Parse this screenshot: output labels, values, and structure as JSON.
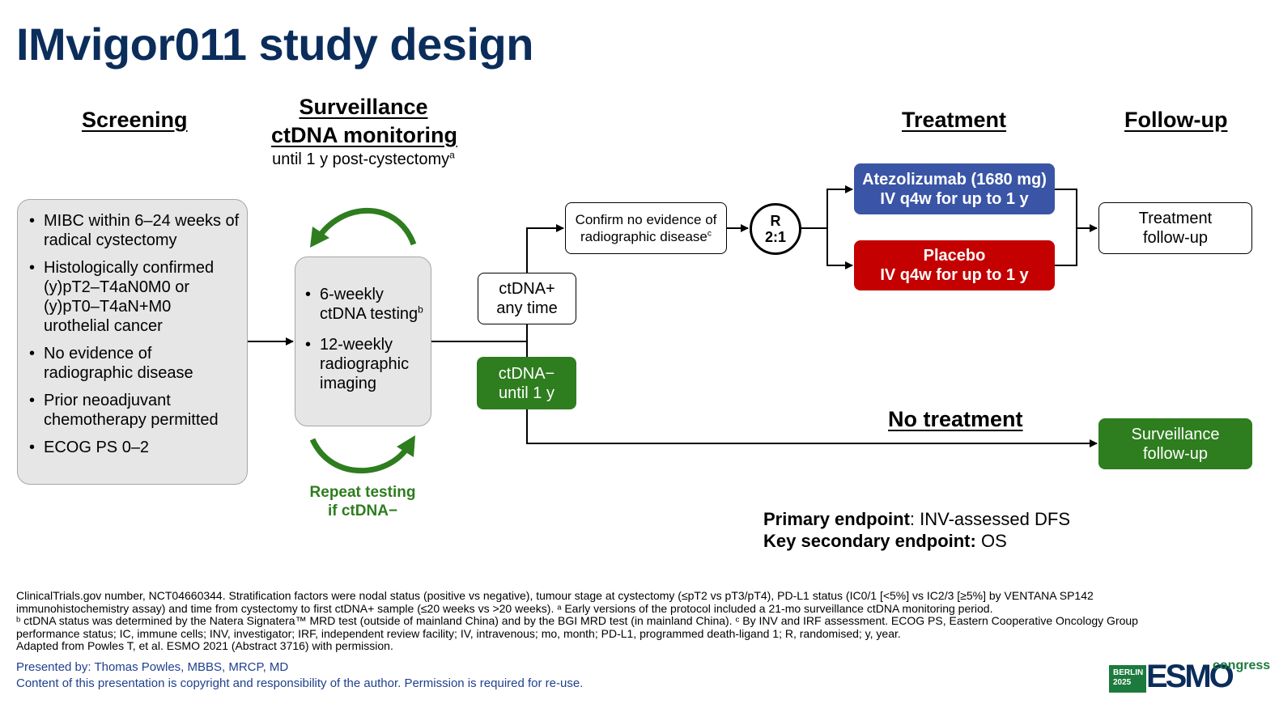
{
  "title": "IMvigor011 study design",
  "headings": {
    "screening": "Screening",
    "surveillance_line1": "Surveillance",
    "surveillance_line2": "ctDNA monitoring",
    "surveillance_sub": "until 1 y post-cystectomy",
    "surveillance_sub_sup": "a",
    "treatment": "Treatment",
    "followup": "Follow-up",
    "no_treatment": "No treatment"
  },
  "screening_criteria": [
    [
      "MIBC within 6–24 weeks of",
      "radical cystectomy"
    ],
    [
      "Histologically confirmed",
      "(y)pT2–T4aN0M0 or",
      "(y)pT0–T4aN+M0",
      "urothelial cancer"
    ],
    [
      "No evidence of",
      "radiographic disease"
    ],
    [
      "Prior neoadjuvant",
      "chemotherapy permitted"
    ],
    [
      "ECOG PS 0–2"
    ]
  ],
  "surveillance_box": {
    "item1_line1": "6-weekly",
    "item1_line2": "ctDNA testing",
    "item1_sup": "b",
    "item2_line1": "12-weekly",
    "item2_line2": "radiographic",
    "item2_line3": "imaging"
  },
  "repeat_testing": {
    "line1": "Repeat testing",
    "line2": "if ctDNA−"
  },
  "ctdna_pos": {
    "line1": "ctDNA+",
    "line2": "any time"
  },
  "ctdna_neg": {
    "line1": "ctDNA−",
    "line2": "until 1 y"
  },
  "confirm_box": {
    "line1": "Confirm no evidence of",
    "line2": "radiographic disease",
    "sup": "c"
  },
  "randomisation": {
    "line1": "R",
    "line2": "2:1"
  },
  "atezolizumab": {
    "line1": "Atezolizumab (1680 mg)",
    "line2": "IV q4w for up to 1 y"
  },
  "placebo": {
    "line1": "Placebo",
    "line2": "IV q4w for up to 1 y"
  },
  "treatment_followup": {
    "line1": "Treatment",
    "line2": "follow-up"
  },
  "surveillance_followup": {
    "line1": "Surveillance",
    "line2": "follow-up"
  },
  "endpoints": {
    "primary_label": "Primary endpoint",
    "primary_value": ": INV-assessed DFS",
    "secondary_label": "Key secondary endpoint:",
    "secondary_value": " OS"
  },
  "footnotes": [
    "ClinicalTrials.gov number, NCT04660344. Stratification factors were nodal status (positive vs negative), tumour stage at cystectomy (≤pT2 vs pT3/pT4), PD-L1 status (IC0/1 [<5%] vs IC2/3 [≥5%] by VENTANA SP142",
    "immunohistochemistry assay) and time from cystectomy to first ctDNA+ sample (≤20 weeks vs >20 weeks). ᵃ Early versions of the protocol included a 21-mo surveillance ctDNA monitoring period.",
    "ᵇ ctDNA status was determined by the Natera Signatera™ MRD test (outside of mainland China) and by the BGI MRD test (in mainland China). ᶜ By INV and IRF assessment. ECOG PS, Eastern Cooperative Oncology Group",
    "performance status; IC, immune cells; INV, investigator; IRF, independent review facility; IV, intravenous; mo, month; PD-L1, programmed death-ligand 1; R, randomised; y, year.",
    "Adapted from Powles T, et al. ESMO 2021 (Abstract 3716) with permission."
  ],
  "presented_by": "Presented by: Thomas Powles, MBBS, MRCP, MD",
  "copyright": "Content of this presentation is copyright and responsibility of the author. Permission is required for re-use.",
  "logo": {
    "city": "BERLIN",
    "year": "2025",
    "brand": "ESMO",
    "word": "congress"
  },
  "colors": {
    "title": "#0b2d5b",
    "green": "#2e7d1e",
    "blue": "#3a55a6",
    "red": "#c40000",
    "grey_box": "#e6e6e6",
    "footer_text": "#1f3f8f"
  }
}
